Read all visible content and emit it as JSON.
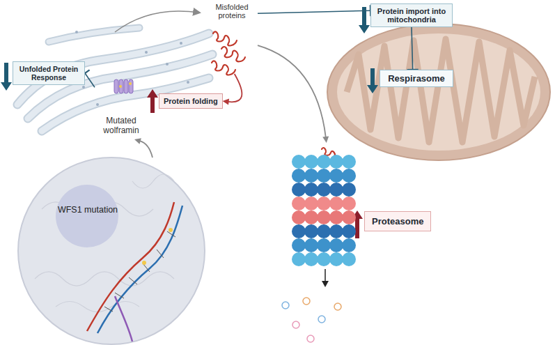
{
  "diagram": {
    "nodes": [
      {
        "text": [
          "Misfolded proteins"
        ]
      },
      {
        "text": [
          "Protein import into mitochondria"
        ]
      },
      {
        "text": [
          "Unfolded Protein Response"
        ]
      },
      {
        "text": [
          "Respirasome"
        ]
      },
      {
        "text": [
          "Protein folding"
        ]
      },
      {
        "text": [
          "Mutated wolframin"
        ]
      },
      {
        "text": [
          "WFS1 mutation"
        ]
      },
      {
        "text": [
          "Proteasome"
        ]
      }
    ],
    "edges": [
      {
        "from": 0,
        "to": 1,
        "arrow": "to"
      },
      {
        "from": 1,
        "to": 3,
        "arrow": "to"
      },
      {
        "from": 5,
        "to": 2,
        "arrow": "to"
      },
      {
        "from": 0,
        "to": 4,
        "arrow": "to"
      },
      {
        "from": 0,
        "to": 7,
        "arrow": "to"
      },
      {
        "from": 6,
        "to": 5,
        "arrow": "to"
      }
    ]
  }
}
